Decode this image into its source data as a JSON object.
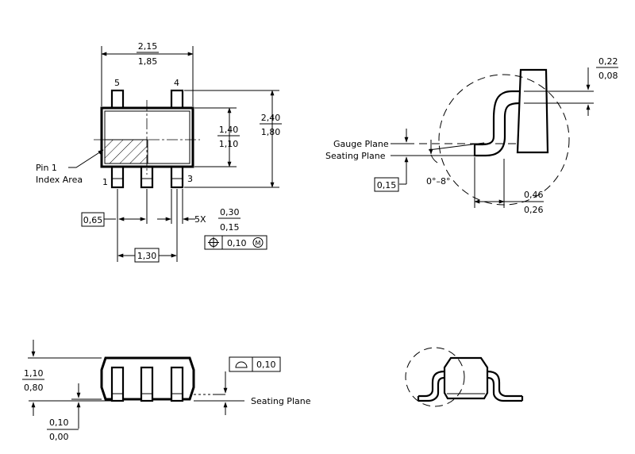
{
  "top_view": {
    "width_max": "2,15",
    "width_min": "1,85",
    "height_max": "2,40",
    "height_min": "1,80",
    "body_max": "1,40",
    "body_min": "1,10",
    "pin_5": "5",
    "pin_4": "4",
    "pin_1": "1",
    "pin_3": "3",
    "index_line1": "Pin 1",
    "index_line2": "Index Area",
    "pitch": "0,65",
    "lead_prefix": "5X",
    "lead_max": "0,30",
    "lead_min": "0,15",
    "position_tolerance": "0,10",
    "material_condition": "M",
    "span": "1,30"
  },
  "detail_view": {
    "lead_thk_max": "0,22",
    "lead_thk_min": "0,08",
    "gauge_plane": "Gauge Plane",
    "seating_plane": "Seating Plane",
    "gauge_offset": "0,15",
    "angle": "0°–8°",
    "foot_max": "0,46",
    "foot_min": "0,26"
  },
  "side_view": {
    "height_max": "1,10",
    "height_min": "0,80",
    "standoff_max": "0,10",
    "standoff_min": "0,00",
    "coplanarity": "0,10",
    "seating_plane": "Seating Plane"
  }
}
